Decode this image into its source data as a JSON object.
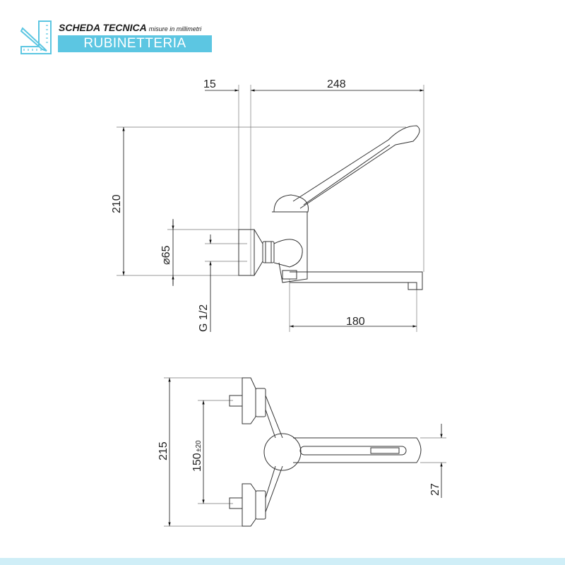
{
  "header": {
    "title": "SCHEDA TECNICA",
    "subtitle": "misure in millimetri",
    "category": "RUBINETTERIA",
    "icon": "ruler-pencil-icon",
    "accent_color": "#5cc6e2"
  },
  "side_view": {
    "wall_offset": "15",
    "total_depth": "248",
    "height": "210",
    "diameter": "⌀65",
    "thread": "G 1/2",
    "spout_length": "180"
  },
  "top_view": {
    "total_width": "215",
    "center_distance": "150",
    "tolerance": "±20",
    "spout_width": "27"
  }
}
